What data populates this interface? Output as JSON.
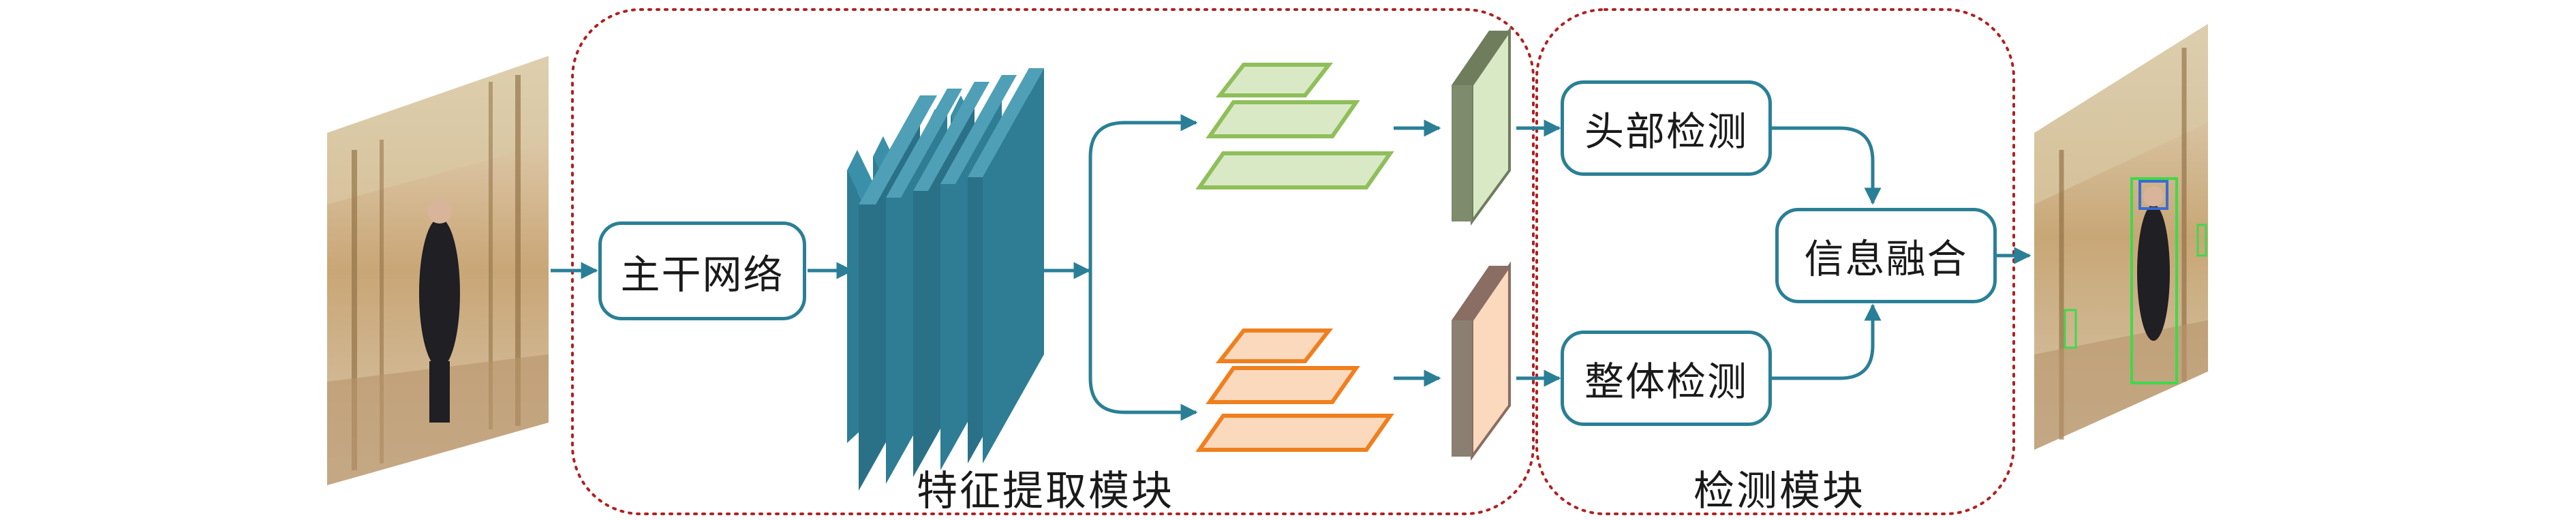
{
  "modules": {
    "feature_extraction": "特征提取模块",
    "detection": "检测模块"
  },
  "nodes": {
    "backbone": "主干网络",
    "head_detection": "头部检测",
    "body_detection": "整体检测",
    "fusion": "信息融合"
  },
  "colors": {
    "arrow": "#2a7f96",
    "box_border": "#2a7f96",
    "module_border": "#b02020",
    "feature_block": "#2e7d95",
    "head_branch": "#9bc26b",
    "body_branch": "#f07f1e"
  }
}
